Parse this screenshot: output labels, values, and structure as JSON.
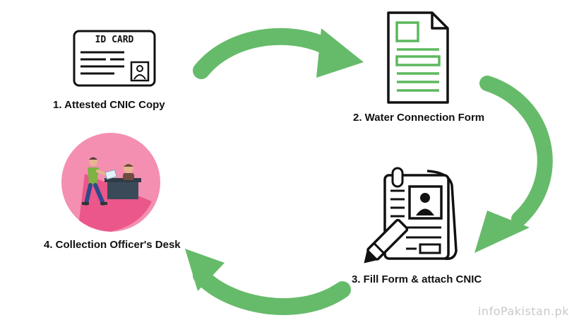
{
  "steps": [
    {
      "number": "1",
      "label": "1. Attested CNIC Copy",
      "icon": "id-card-icon",
      "card_title": "ID CARD"
    },
    {
      "number": "2",
      "label": "2. Water Connection Form",
      "icon": "form-document-icon"
    },
    {
      "number": "3",
      "label": "3. Fill Form & attach CNIC",
      "icon": "clipboard-pen-icon"
    },
    {
      "number": "4",
      "label": "4. Collection Officer's Desk",
      "icon": "officer-desk-icon"
    }
  ],
  "watermark": "infoPakistan.pk",
  "colors": {
    "arrow": "#66bb6a",
    "form_accent": "#5cb85c",
    "officer_circle": "#f06292",
    "icon_stroke": "#111111"
  }
}
